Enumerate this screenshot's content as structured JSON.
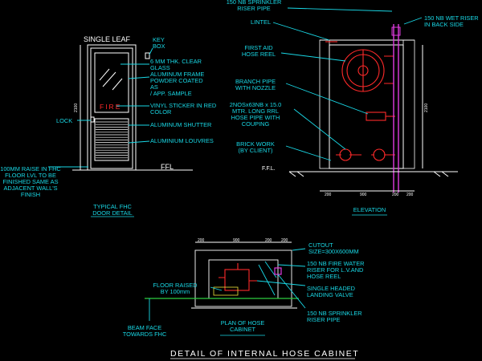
{
  "door": {
    "heading": "SINGLE LEAF",
    "key_box": "KEY\nBOX",
    "glass": "6 MM THK. CLEAR\nGLASS",
    "frame": "ALUMINUM FRAME\nPOWDER COATED\nAS\n/ APP. SAMPLE",
    "sticker": "VINYL STICKER IN RED\nCOLOR",
    "fire_word": "FIRE",
    "shutter": "ALUMINUM SHUTTER",
    "louvres": "ALUMINIUM LOUVRES",
    "lock": "LOCK",
    "floor_raise": "100MM RAISE IN FHC\nFLOOR LVL TO BE\nFINISHED SAME AS\nADJACENT WALL'S\nFINISH",
    "ffl": "FFL",
    "height_dim": "2100",
    "caption": "TYPICAL FHC\nDOOR DETAIL"
  },
  "elevation": {
    "sprinkler_riser": "150 NB SPRINKLER\nRISER PIPE",
    "wet_riser": "150 NB WET RISER\nIN BACK SIDE",
    "lintel": "LINTEL",
    "first_aid": "FIRST AID\nHOSE REEL",
    "branch_pipe": "BRANCH PIPE\nWITH NOZZLE",
    "hose_pipe": "2NOSx63NB x 15.0\nMTR. LONG RRL\nHOSE PIPE WITH\nCOUPING",
    "brick_work": "BRICK WORK\n(BY CLIENT)",
    "ffl": "F.F.L.",
    "height_dim": "2100",
    "dims": [
      "200",
      "900",
      "200",
      "200"
    ],
    "caption": "ELEVATION"
  },
  "plan": {
    "cutout": "CUTOUT\nSIZE=300X600MM",
    "fire_riser": "150 NB FIRE WATER\nRISER FOR L.V.AND\nHOSE REEL",
    "landing_valve": "SINGLE HEADED\nLANDING VALVE",
    "sprinkler": "150 NB SPRINKLER\nRISER PIPE",
    "floor_raised": "FLOOR RAISED\nBY 100mm",
    "beam_face": "BEAM FACE\nTOWARDS FHC",
    "caption": "PLAN OF  HOSE\nCABINET",
    "dims": [
      "200",
      "900",
      "200",
      "200"
    ]
  },
  "main_title": "DETAIL  OF  INTERNAL  HOSE  CABINET"
}
